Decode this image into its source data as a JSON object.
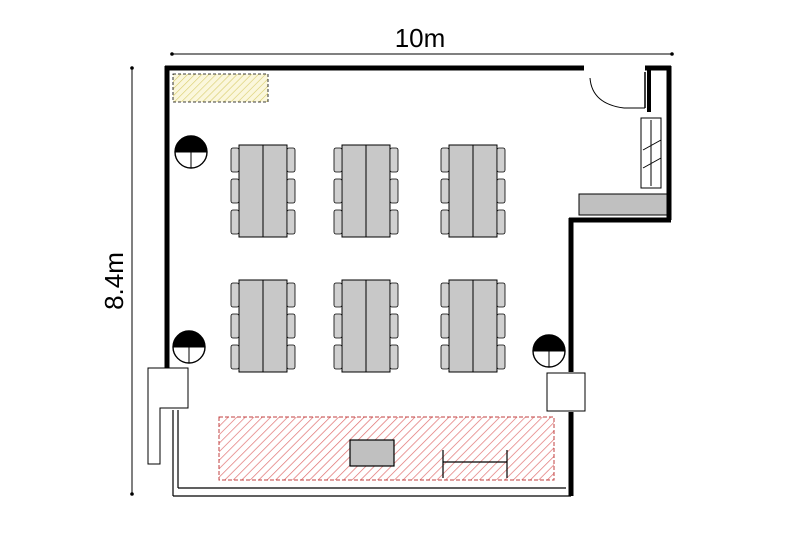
{
  "dimensions": {
    "width_label": "10m",
    "height_label": "8.4m"
  },
  "colors": {
    "wall": "#000000",
    "table": "#c8c8c8",
    "chair": "#d0d0d0",
    "stage_hatch": "#e07070",
    "storage_hatch": "#e6dc78",
    "counter": "#c0c0c0"
  },
  "layout": {
    "table_groups": 6,
    "chairs_per_side": 3
  }
}
